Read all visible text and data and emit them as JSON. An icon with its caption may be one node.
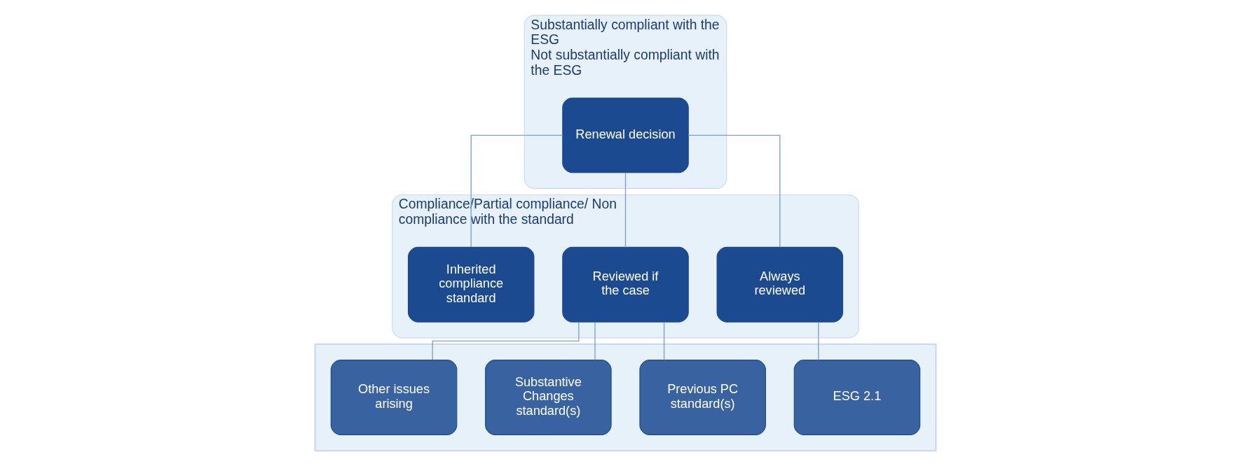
{
  "diagram": {
    "nodes": [
      {
        "text": [
          "Substantially compliant with the ESG",
          "Not substantially compliant with the ESG"
        ]
      },
      {
        "text": [
          "Renewal decision"
        ],
        "in": 0
      },
      {
        "text": [
          "Compliance/Partial compliance/ Non compliance with the standard"
        ]
      },
      {
        "text": [
          "Always reviewed"
        ],
        "in": 2
      },
      {
        "text": [
          "Reviewed if the case"
        ],
        "in": 2
      },
      {
        "text": [
          "Inherited compliance standard"
        ],
        "in": 2
      },
      {
        "text": [],
        "shape": "box"
      },
      {
        "text": [
          "ESG 2.1"
        ],
        "in": 6
      },
      {
        "text": [
          "Previous PC standard(s)"
        ],
        "in": 6
      },
      {
        "text": [
          "Substantive Changes standard(s)"
        ],
        "in": 6
      },
      {
        "text": [
          "Other issues arising"
        ],
        "in": 6
      }
    ],
    "edges": [
      {
        "from": 1,
        "to": 3,
        "arrow": "none"
      },
      {
        "from": 1,
        "to": 4,
        "arrow": "none"
      },
      {
        "from": 1,
        "to": 5,
        "arrow": "none"
      },
      {
        "from": 3,
        "to": 7,
        "arrow": "none"
      },
      {
        "from": 4,
        "to": 8,
        "arrow": "none"
      },
      {
        "from": 4,
        "to": 9,
        "arrow": "none"
      },
      {
        "from": 4,
        "to": 10,
        "arrow": "none"
      }
    ]
  }
}
